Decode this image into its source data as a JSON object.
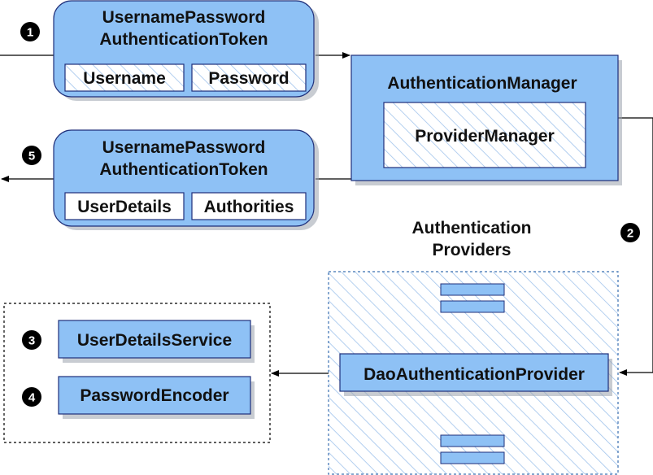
{
  "token_in": {
    "title_line1": "UsernamePassword",
    "title_line2": "AuthenticationToken",
    "field_left": "Username",
    "field_right": "Password"
  },
  "token_out": {
    "title_line1": "UsernamePassword",
    "title_line2": "AuthenticationToken",
    "field_left": "UserDetails",
    "field_right": "Authorities"
  },
  "manager": {
    "title": "AuthenticationManager",
    "inner": "ProviderManager"
  },
  "providers": {
    "heading_line1": "Authentication",
    "heading_line2": "Providers",
    "dao": "DaoAuthenticationProvider"
  },
  "services": {
    "user_details_service": "UserDetailsService",
    "password_encoder": "PasswordEncoder"
  },
  "steps": {
    "s1": "1",
    "s2": "2",
    "s3": "3",
    "s4": "4",
    "s5": "5"
  },
  "colors": {
    "box_fill": "#8ec1f5",
    "box_stroke": "#1f2f7a",
    "hatch": "#a9c8ee",
    "line": "#000000"
  }
}
